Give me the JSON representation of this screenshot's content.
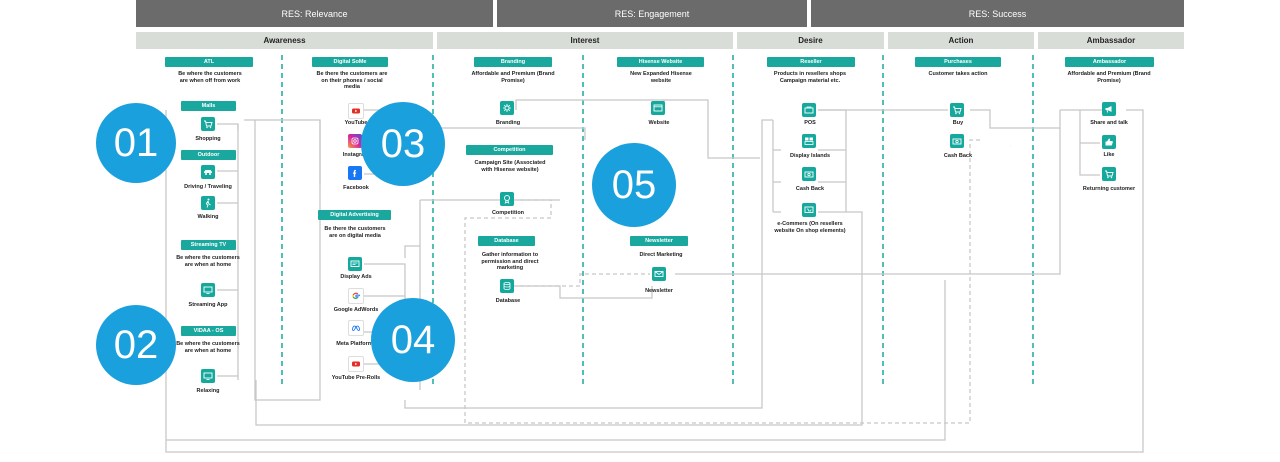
{
  "res_bars": [
    "RES: Relevance",
    "RES: Engagement",
    "RES: Success"
  ],
  "stages": [
    "Awareness",
    "Interest",
    "Desire",
    "Action",
    "Ambassador"
  ],
  "badges": [
    "01",
    "02",
    "03",
    "04",
    "05"
  ],
  "tags": {
    "atl": "ATL",
    "malls": "Malls",
    "outdoor": "Outdoor",
    "streaming_tv": "Streaming TV",
    "vidaa": "VIDAA - OS",
    "digital_some": "Digital SoMe",
    "digital_advertising": "Digital Advertising",
    "branding": "Branding",
    "competition": "Competition",
    "database": "Database",
    "hisense_website": "Hisense Website",
    "newsletter": "Newsletter",
    "reseller": "Reseller",
    "purchases": "Purchases",
    "ambassador": "Ambassador"
  },
  "descs": {
    "atl": "Be where the customers are when off from work",
    "streaming_tv": "Be where the customers are when at home",
    "vidaa": "Be where the customers are when at home",
    "digital_some": "Be there the customers are on their phones / social media",
    "digital_advertising": "Be there the customers are on digital media",
    "branding": "Affordable and Premium (Brand Promise)",
    "competition": "Campaign Site (Associated with Hisense website)",
    "database": "Gather information to permission and direct marketing",
    "hisense_website": "New Expanded Hisense website",
    "newsletter": "Direct Marketing",
    "reseller": "Products in resellers shops Campaign material etc.",
    "purchases": "Customer takes action",
    "ambassador": "Affordable and Premium (Brand Promise)"
  },
  "nodes": {
    "shopping": "Shopping",
    "driving": "Driving / Traveling",
    "walking": "Walking",
    "streaming_app": "Streaming App",
    "relaxing": "Relaxing",
    "youtube": "YouTube",
    "instagram": "Instagram",
    "facebook": "Facebook",
    "display_ads": "Display Ads",
    "google_adwords": "Google AdWords",
    "meta_platforms": "Meta Platforms",
    "youtube_prerolls": "YouTube Pre-Rolls",
    "branding": "Branding",
    "competition": "Competition",
    "database": "Database",
    "website": "Website",
    "newsletter": "Newsletter",
    "pos": "POS",
    "display_islands": "Display Islands",
    "cash_back_reseller": "Cash Back",
    "ecommers": "e-Commers (On resellers website On shop elements)",
    "buy": "Buy",
    "cash_back": "Cash Back",
    "share_and_talk": "Share and talk",
    "like": "Like",
    "returning_customer": "Returning customer"
  },
  "colors": {
    "teal": "#14a99c",
    "badge_blue": "#1aa0dc",
    "header_grey": "#6b6b6b",
    "stage_grey": "#d9ddd8",
    "line_grey": "#c8c8c8"
  }
}
